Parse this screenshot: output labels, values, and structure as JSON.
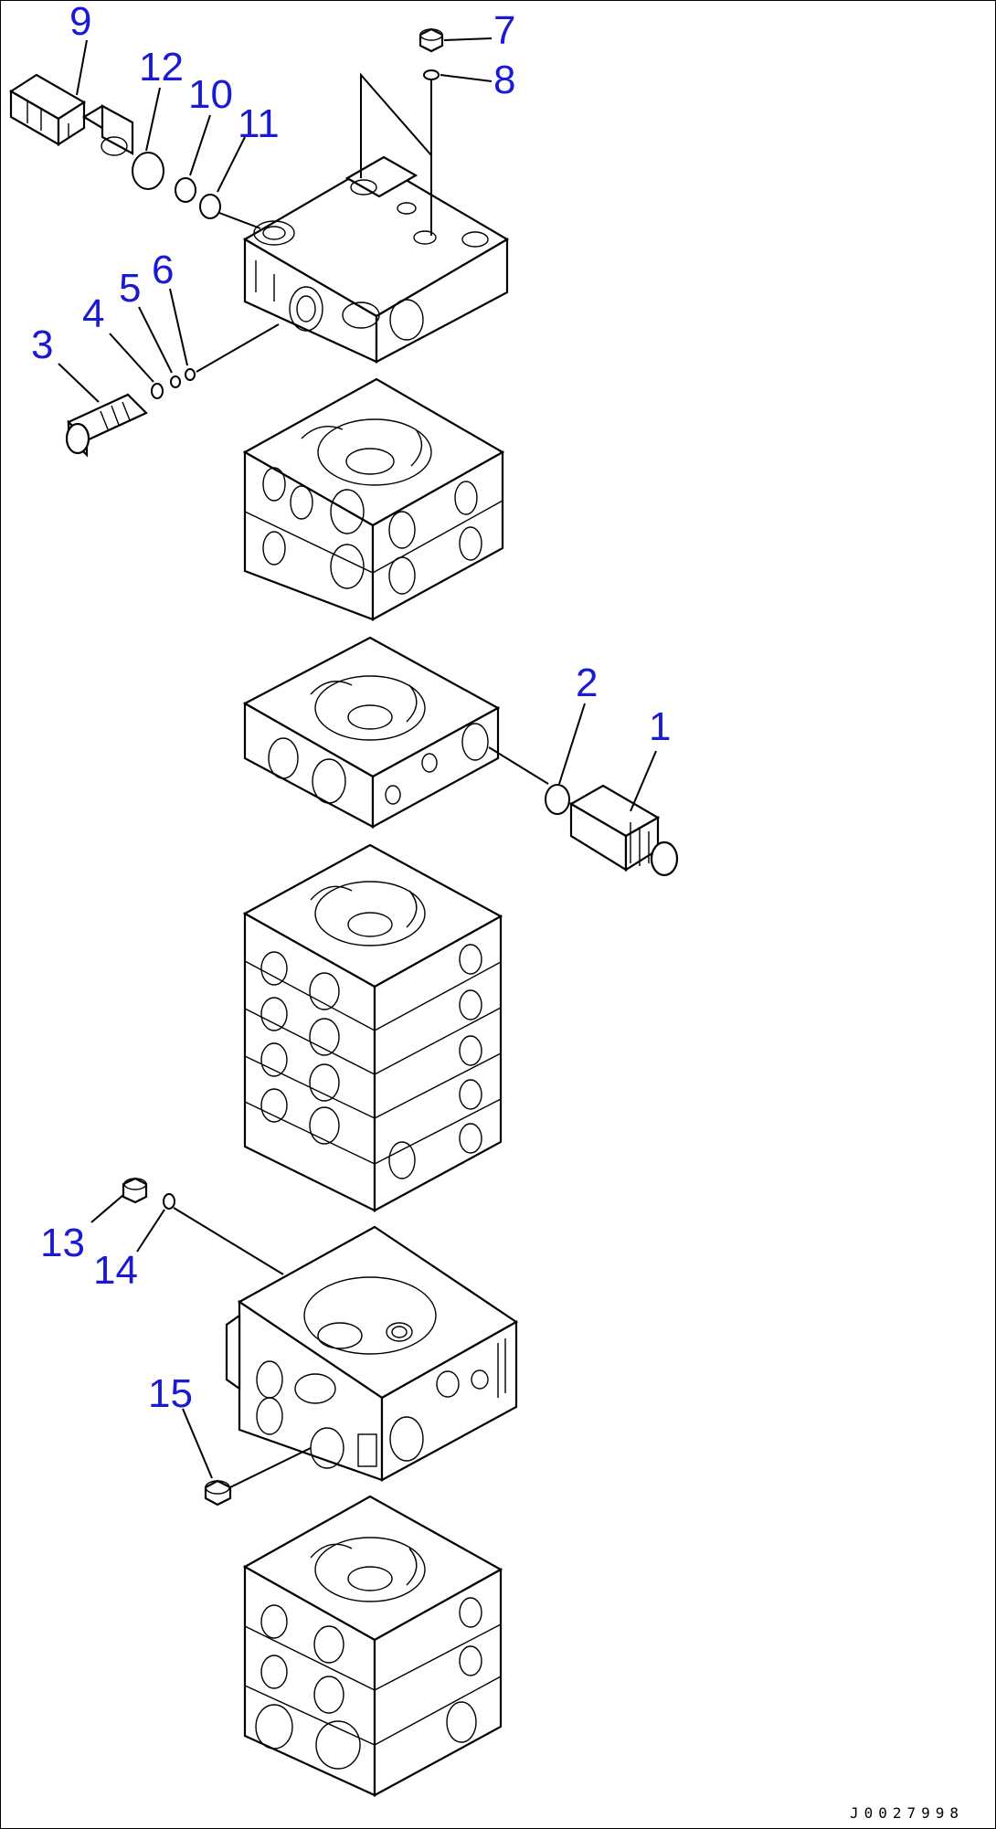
{
  "diagram": {
    "callout_color": "#1a1ad6",
    "line_color": "#000000",
    "drawing_code": "J0027998",
    "callouts": [
      {
        "id": "1",
        "text": "1"
      },
      {
        "id": "2",
        "text": "2"
      },
      {
        "id": "3",
        "text": "3"
      },
      {
        "id": "4",
        "text": "4"
      },
      {
        "id": "5",
        "text": "5"
      },
      {
        "id": "6",
        "text": "6"
      },
      {
        "id": "7",
        "text": "7"
      },
      {
        "id": "8",
        "text": "8"
      },
      {
        "id": "9",
        "text": "9"
      },
      {
        "id": "10",
        "text": "10"
      },
      {
        "id": "11",
        "text": "11"
      },
      {
        "id": "12",
        "text": "12"
      },
      {
        "id": "13",
        "text": "13"
      },
      {
        "id": "14",
        "text": "14"
      },
      {
        "id": "15",
        "text": "15"
      }
    ]
  }
}
